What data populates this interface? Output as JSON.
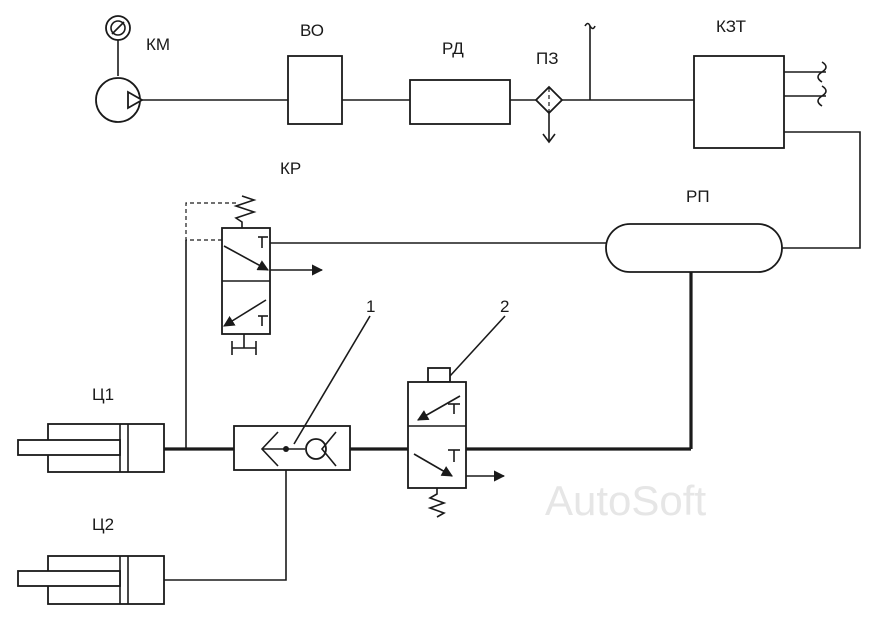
{
  "labels": {
    "km": "КМ",
    "vo": "ВО",
    "rd": "РД",
    "pz": "ПЗ",
    "kzt": "КЗТ",
    "kr": "КР",
    "rp": "РП",
    "c1": "Ц1",
    "c2": "Ц2",
    "n1": "1",
    "n2": "2"
  },
  "watermark": "AutoSoft"
}
